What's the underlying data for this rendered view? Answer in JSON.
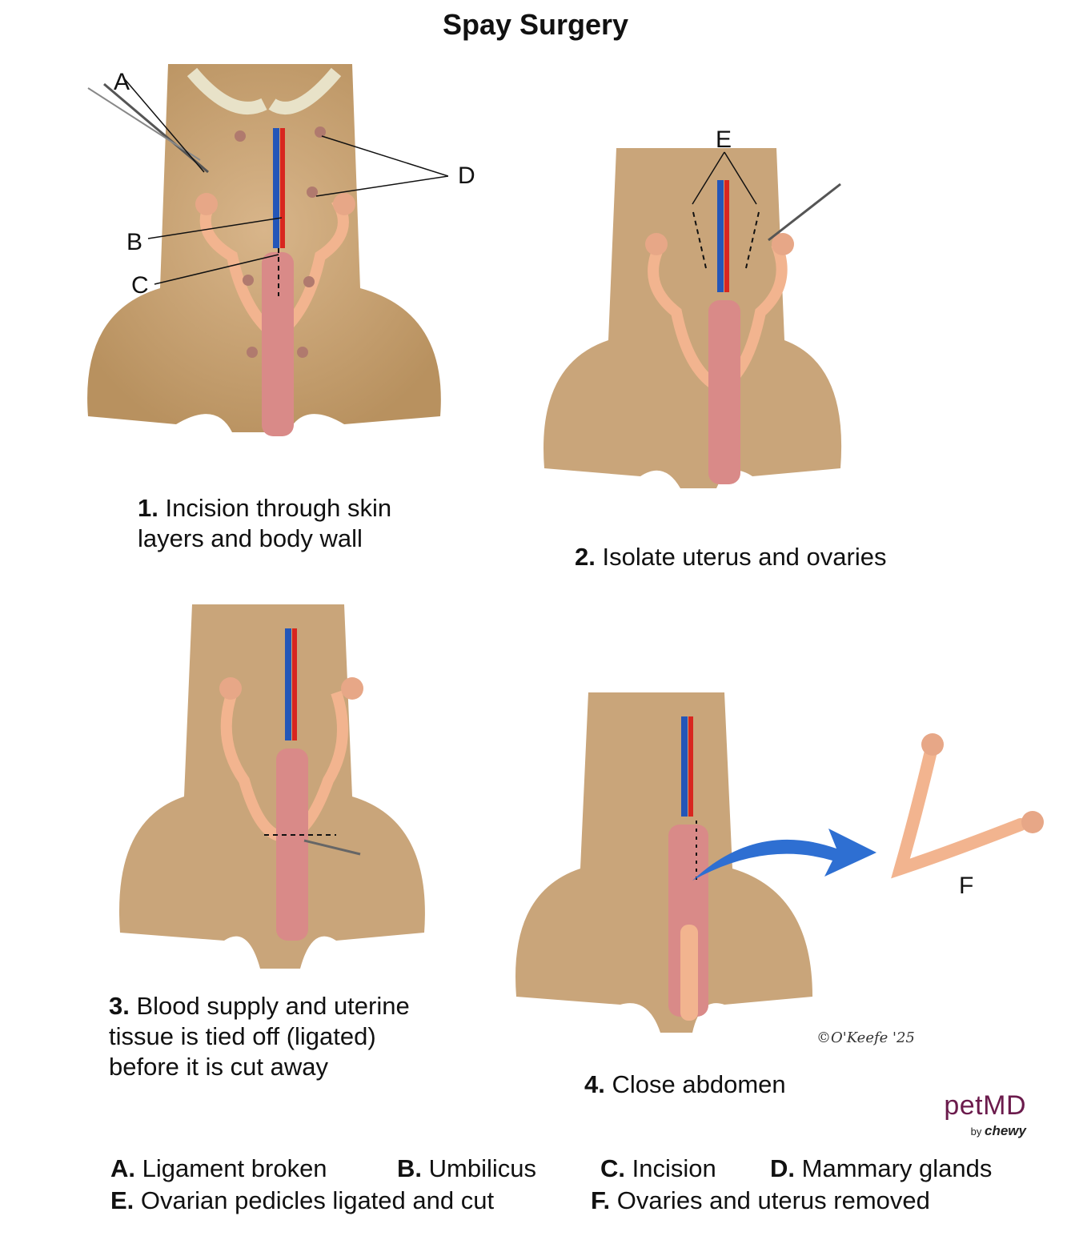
{
  "title": "Spay Surgery",
  "steps": [
    {
      "num": "1.",
      "text_line1": "Incision through skin",
      "text_line2": "layers and body wall"
    },
    {
      "num": "2.",
      "text_line1": "Isolate uterus and ovaries"
    },
    {
      "num": "3.",
      "text_line1": "Blood supply and uterine",
      "text_line2": "tissue is tied off (ligated)",
      "text_line3": "before it is cut away"
    },
    {
      "num": "4.",
      "text_line1": "Close abdomen"
    }
  ],
  "labels": {
    "A": "A",
    "B": "B",
    "C": "C",
    "D": "D",
    "E": "E",
    "F": "F"
  },
  "legend": [
    {
      "key": "A.",
      "text": "Ligament broken"
    },
    {
      "key": "B.",
      "text": "Umbilicus"
    },
    {
      "key": "C.",
      "text": "Incision"
    },
    {
      "key": "D.",
      "text": "Mammary glands"
    },
    {
      "key": "E.",
      "text": "Ovarian pedicles ligated and cut"
    },
    {
      "key": "F.",
      "text": "Ovaries and uterus removed"
    }
  ],
  "brand": {
    "name": "petMD",
    "by": "by",
    "parent": "chewy"
  },
  "signature": "©O'Keefe '25",
  "colors": {
    "fur": "#c9a57a",
    "tissue": "#f2b48f",
    "artery": "#d8261f",
    "vein": "#2456b8",
    "arrow": "#2e6fd2",
    "brand": "#6b1b4c"
  }
}
